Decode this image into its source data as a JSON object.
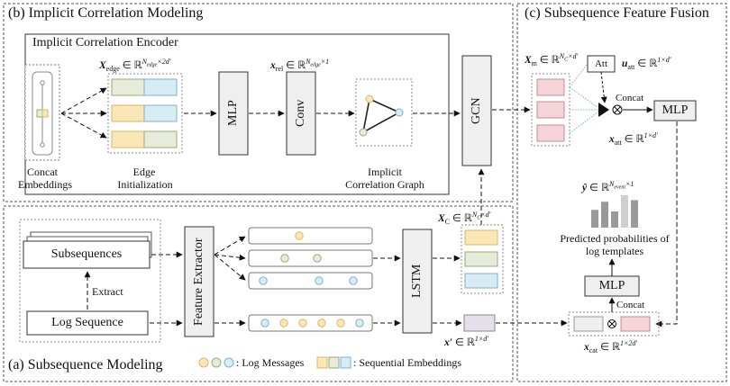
{
  "sections": {
    "b_title": "(b) Implicit Correlation Modeling",
    "c_title": "(c) Subsequence Feature Fusion",
    "a_title": "(a) Subsequence Modeling"
  },
  "encoder": {
    "title": "Implicit Correlation Encoder",
    "concat_label_1": "Concat",
    "concat_label_2": "Embeddings",
    "edge_label_1": "Edge",
    "edge_label_2": "Initialization",
    "mlp": "MLP",
    "conv": "Conv",
    "graph_label_1": "Implicit",
    "graph_label_2": "Correlation Graph",
    "x_edge": "X",
    "x_edge_sub": "edge",
    "x_edge_dim": "∈ ℝ",
    "x_edge_sup": "N",
    "x_edge_sup_sub": "edge",
    "x_edge_sup_rest": "×2d′",
    "x_rel": "x",
    "x_rel_sub": "rel",
    "x_rel_dim": "∈ ℝ",
    "x_rel_sup": "N",
    "x_rel_sup_sub": "edge",
    "x_rel_sup_rest": "×1"
  },
  "gcn": "GCN",
  "fusion": {
    "xm": "X",
    "xm_sub": "m",
    "xm_dim": "∈ ℝ",
    "xm_sup": "N",
    "xm_sup_sub": "C",
    "xm_sup_rest": "×d′",
    "att": "Att",
    "u_att": "u",
    "u_att_sub": "att",
    "u_att_dim": "∈ ℝ",
    "u_att_sup": "1×d′",
    "concat": "Concat",
    "mlp_top": "MLP",
    "x_att": "x",
    "x_att_sub": "att",
    "x_att_dim": "∈ ℝ",
    "x_att_sup": "1×d′",
    "y_hat": "ŷ",
    "y_hat_dim": "∈ ℝ",
    "y_hat_sup": "N",
    "y_hat_sup_sub": "event",
    "y_hat_sup_rest": "×1",
    "pred_1": "Predicted probabilities of",
    "pred_2": "log templates",
    "mlp_bottom": "MLP",
    "concat_bottom": "Concat",
    "x_cat": "x",
    "x_cat_sub": "cat",
    "x_cat_dim": "∈ ℝ",
    "x_cat_sup": "1×2d′",
    "bars": [
      0.55,
      0.8,
      0.5,
      1.0,
      0.85
    ]
  },
  "subseq": {
    "subsequences": "Subsequences",
    "extract": "Extract",
    "log_sequence": "Log Sequence",
    "feature_extractor": "Feature Extractor",
    "lstm": "LSTM",
    "xc": "X",
    "xc_sub": "C",
    "xc_dim": "∈ ℝ",
    "xc_sup": "N",
    "xc_sup_sub": "C",
    "xc_sup_rest": "×d′",
    "x_prime": "x′",
    "x_prime_dim": "∈ ℝ",
    "x_prime_sup": "1×d′",
    "legend_log": ": Log Messages",
    "legend_seq": ": Sequential Embeddings"
  },
  "colors": {
    "yellow": "#fbe7b5",
    "yellow_stroke": "#d9b86a",
    "green": "#e6ecd9",
    "green_stroke": "#9aaa7e",
    "blue": "#d8ecf4",
    "blue_stroke": "#7fb1c9",
    "pink": "#f4d4d8",
    "pink_stroke": "#c98b93",
    "gray_box": "#efefef",
    "bar_gray": "#9a9a9a"
  }
}
